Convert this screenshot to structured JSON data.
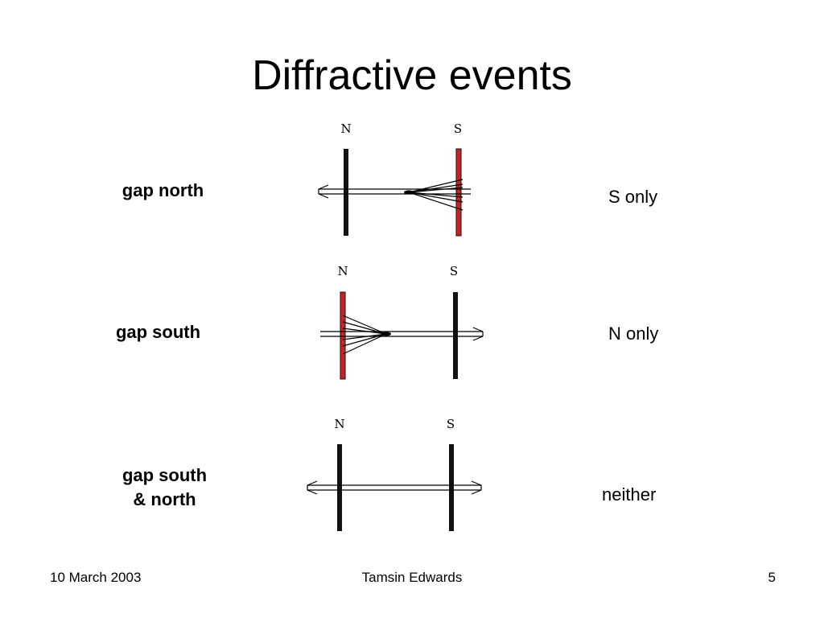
{
  "slide": {
    "title": "Diffractive events",
    "rows": [
      {
        "label": "gap north",
        "result": "S only",
        "north_letter": "N",
        "south_letter": "S",
        "highlighted_pole": "S"
      },
      {
        "label": "gap south",
        "result": "N only",
        "north_letter": "N",
        "south_letter": "S",
        "highlighted_pole": "N"
      },
      {
        "label_line1": "gap south",
        "label_line2": "& north",
        "result": "neither",
        "north_letter": "N",
        "south_letter": "S",
        "highlighted_pole": ""
      }
    ]
  },
  "colors": {
    "highlight": "#cc2222",
    "detector": "#111111",
    "beam": "#000000"
  },
  "footer": {
    "date": "10 March 2003",
    "author": "Tamsin Edwards",
    "page_number": "5"
  }
}
